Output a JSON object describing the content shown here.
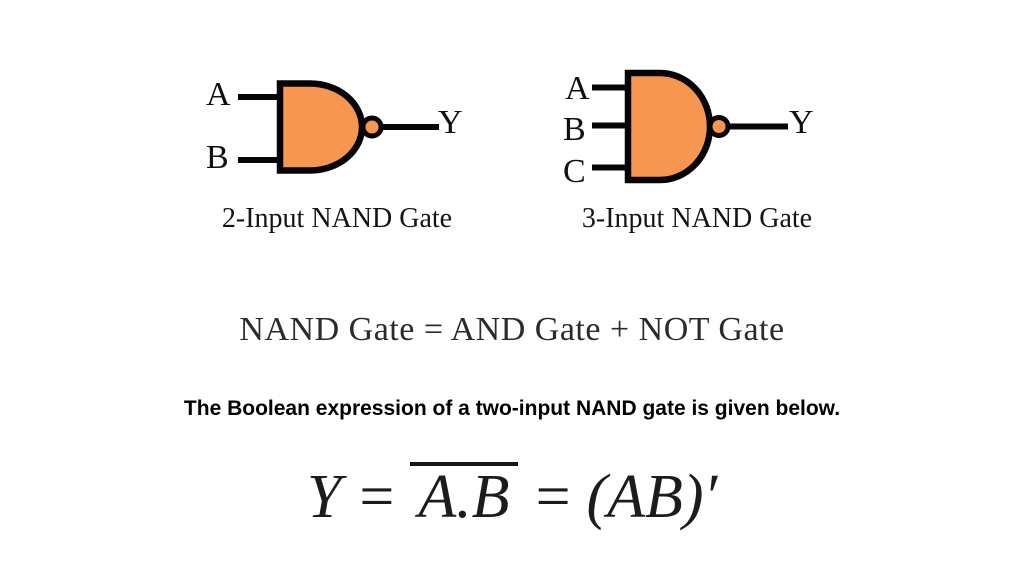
{
  "colors": {
    "gate_fill": "#F79651",
    "stroke": "#050505",
    "text": "#101010"
  },
  "gates": [
    {
      "caption": "2-Input NAND Gate",
      "inputs": [
        "A",
        "B"
      ],
      "output": "Y"
    },
    {
      "caption": "3-Input NAND Gate",
      "inputs": [
        "A",
        "B",
        "C"
      ],
      "output": "Y"
    }
  ],
  "equation": "NAND Gate = AND Gate + NOT Gate",
  "note": "The Boolean expression of a two-input NAND gate is given below.",
  "formula": {
    "lhs": "Y",
    "eq1": "=",
    "overlined": "A.B",
    "eq2": "=",
    "rhs": "(AB)′"
  }
}
